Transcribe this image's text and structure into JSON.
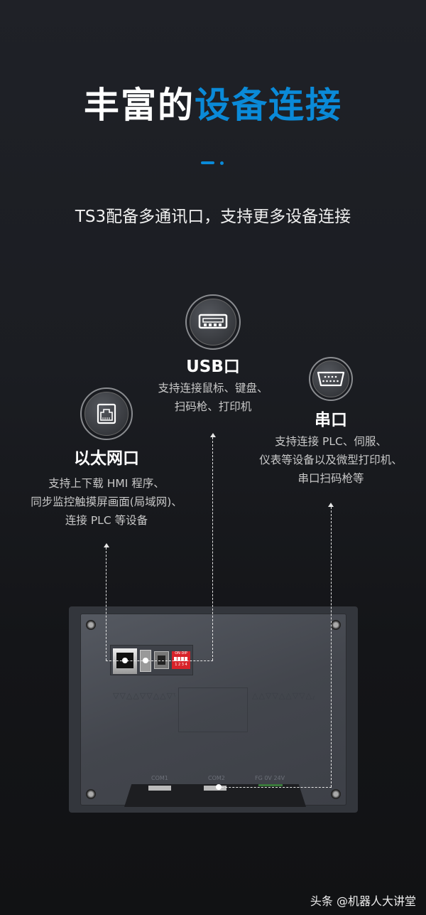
{
  "header": {
    "title_white": "丰富的",
    "title_blue": "设备连接",
    "subtitle": "TS3配备多通讯口，支持更多设备连接"
  },
  "colors": {
    "accent": "#0a8ad8",
    "background": "#1c1e23"
  },
  "features": [
    {
      "icon": "ethernet-port-icon",
      "title": "以太网口",
      "desc": [
        "支持上下载 HMI 程序、",
        "同步监控触摸屏画面(局域网)、",
        "连接 PLC 等设备"
      ]
    },
    {
      "icon": "usb-port-icon",
      "title": "USB口",
      "desc": [
        "支持连接鼠标、键盘、",
        "扫码枪、打印机"
      ]
    },
    {
      "icon": "serial-port-icon",
      "title": "串口",
      "desc": [
        "支持连接 PLC、伺服、",
        "仪表等设备以及微型打印机、",
        "串口扫码枪等"
      ]
    }
  ],
  "device": {
    "dip_label": "ON DIP",
    "dip_numbers": "1 2 3 4",
    "com1": "COM1",
    "com2": "COM2",
    "power": "FG  0V  24V"
  },
  "watermark": "头条 @机器人大讲堂"
}
